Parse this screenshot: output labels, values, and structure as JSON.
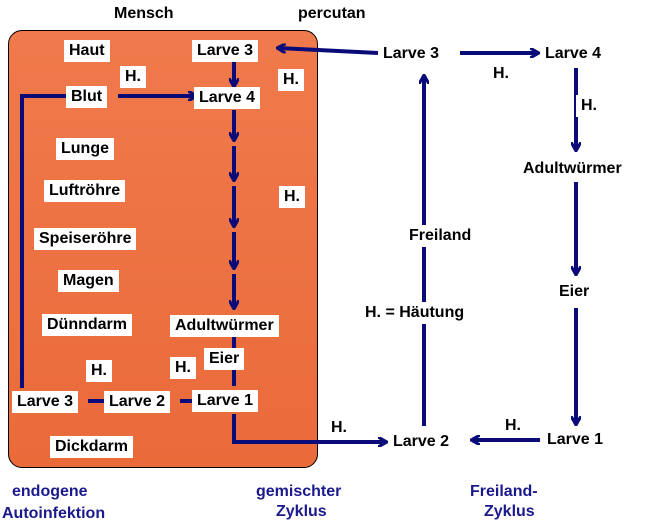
{
  "colors": {
    "arrow": "#0a0a78",
    "host_fill": "#ea6a3a",
    "caption": "#1a1a8c"
  },
  "headers": {
    "host": "Mensch",
    "entry": "percutan"
  },
  "organs": {
    "haut": "Haut",
    "blut": "Blut",
    "lunge": "Lunge",
    "luftroehre": "Luftröhre",
    "speiseroehre": "Speiseröhre",
    "magen": "Magen",
    "duenndarm": "Dünndarm",
    "dickdarm": "Dickdarm"
  },
  "stages": {
    "host_larve3": "Larve 3",
    "host_larve4": "Larve 4",
    "host_adult": "Adultwürmer",
    "host_eier": "Eier",
    "host_larve1": "Larve 1",
    "host_larve2": "Larve 2",
    "host_larve3_low": "Larve 3",
    "free_larve3": "Larve 3",
    "free_larve4": "Larve 4",
    "free_adult": "Adultwürmer",
    "free_eier": "Eier",
    "free_larve1": "Larve 1",
    "free_larve2": "Larve 2"
  },
  "molts": {
    "h_blut": "H.",
    "h_host_top": "H.",
    "h_host_mid": "H.",
    "h_host_l1": "H.",
    "h_host_l2": "H.",
    "h_free_top": "H.",
    "h_free_side": "H.",
    "h_free_l1": "H.",
    "h_free_l2": "H."
  },
  "middle": {
    "freiland": "Freiland",
    "legend": "H. = Häutung"
  },
  "captions": {
    "endo_1": "endogene",
    "endo_2": "Autoinfektion",
    "mixed_1": "gemischter",
    "mixed_2": "Zyklus",
    "free_1": "Freiland-",
    "free_2": "Zyklus"
  }
}
